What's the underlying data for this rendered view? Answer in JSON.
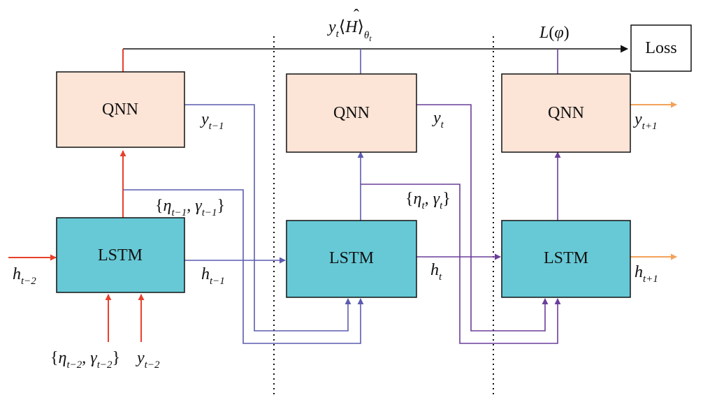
{
  "diagram": {
    "boxes": {
      "qnn_left": "QNN",
      "qnn_mid": "QNN",
      "qnn_right": "QNN",
      "lstm_left": "LSTM",
      "lstm_mid": "LSTM",
      "lstm_right": "LSTM",
      "loss": "Loss"
    },
    "labels": {
      "h_prev2": {
        "base": "h",
        "sub": "t−2"
      },
      "h_prev": {
        "base": "h",
        "sub": "t−1"
      },
      "h_t": {
        "base": "h",
        "sub": "t"
      },
      "h_next": {
        "base": "h",
        "sub": "t+1"
      },
      "y_prev": {
        "base": "y",
        "sub": "t−1"
      },
      "y_t": {
        "base": "y",
        "sub": "t"
      },
      "y_next": {
        "base": "y",
        "sub": "t+1"
      },
      "y_prev2": {
        "base": "y",
        "sub": "t−2"
      },
      "params_prev2": {
        "open": "{",
        "eta": "η",
        "eta_sub": "t−2",
        "comma": ", ",
        "gamma": "γ",
        "gamma_sub": "t−2",
        "close": "}"
      },
      "params_prev": {
        "open": "{",
        "eta": "η",
        "eta_sub": "t−1",
        "comma": ", ",
        "gamma": "γ",
        "gamma_sub": "t−1",
        "close": "}"
      },
      "params_t": {
        "open": "{",
        "eta": "η",
        "eta_sub": "t",
        "comma": ", ",
        "gamma": "γ",
        "gamma_sub": "t",
        "close": "}"
      },
      "expectation": {
        "y": "y",
        "y_sub": "t",
        "lang": "⟨",
        "H": "H",
        "hat": "ˆ",
        "rang": "⟩",
        "theta": "θ",
        "theta_sub": "t"
      },
      "loss_fn": {
        "L": "L",
        "open": "(",
        "phi": "φ",
        "close": ")"
      }
    },
    "colors": {
      "qnn_fill": "#fce4d6",
      "lstm_fill": "#67c9d6",
      "red": "#e8402a",
      "blue": "#5b5cb0",
      "purple": "#6a3d9a",
      "orange": "#f4a25a",
      "black": "#111111"
    }
  }
}
